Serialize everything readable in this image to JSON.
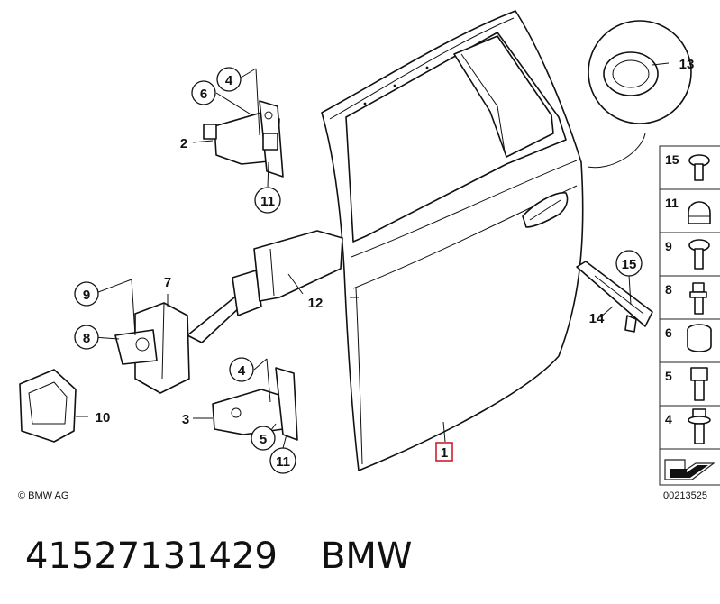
{
  "callouts": {
    "c1": "1",
    "c2": "2",
    "c3": "3",
    "c4a": "4",
    "c4b": "4",
    "c5": "5",
    "c6": "6",
    "c7": "7",
    "c8": "8",
    "c9": "9",
    "c10": "10",
    "c11a": "11",
    "c11b": "11",
    "c12": "12",
    "c13": "13",
    "c14": "14",
    "c15": "15"
  },
  "legend": [
    "15",
    "11",
    "9",
    "8",
    "6",
    "5",
    "4"
  ],
  "copyright": "© BMW AG",
  "diagram_ref": "00213525",
  "caption": {
    "part_number": "41527131429",
    "brand": "BMW"
  },
  "colors": {
    "line": "#111111",
    "highlight_box": "#d0202a",
    "background": "#ffffff"
  }
}
